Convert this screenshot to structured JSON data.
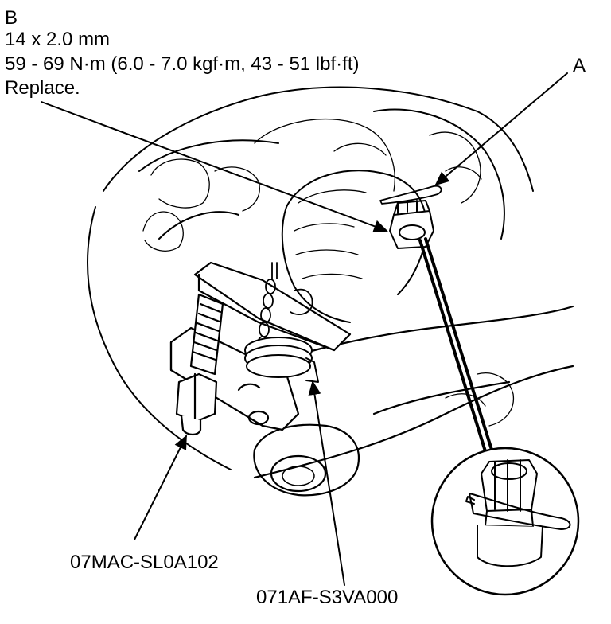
{
  "callout_b": {
    "letter": "B",
    "size": "14 x 2.0 mm",
    "torque": "59 - 69 N·m (6.0 - 7.0 kgf·m, 43 - 51 lbf·ft)",
    "note": "Replace."
  },
  "callout_a": {
    "letter": "A"
  },
  "tools": {
    "puller": "07MAC-SL0A102",
    "adapter": "071AF-S3VA000"
  }
}
